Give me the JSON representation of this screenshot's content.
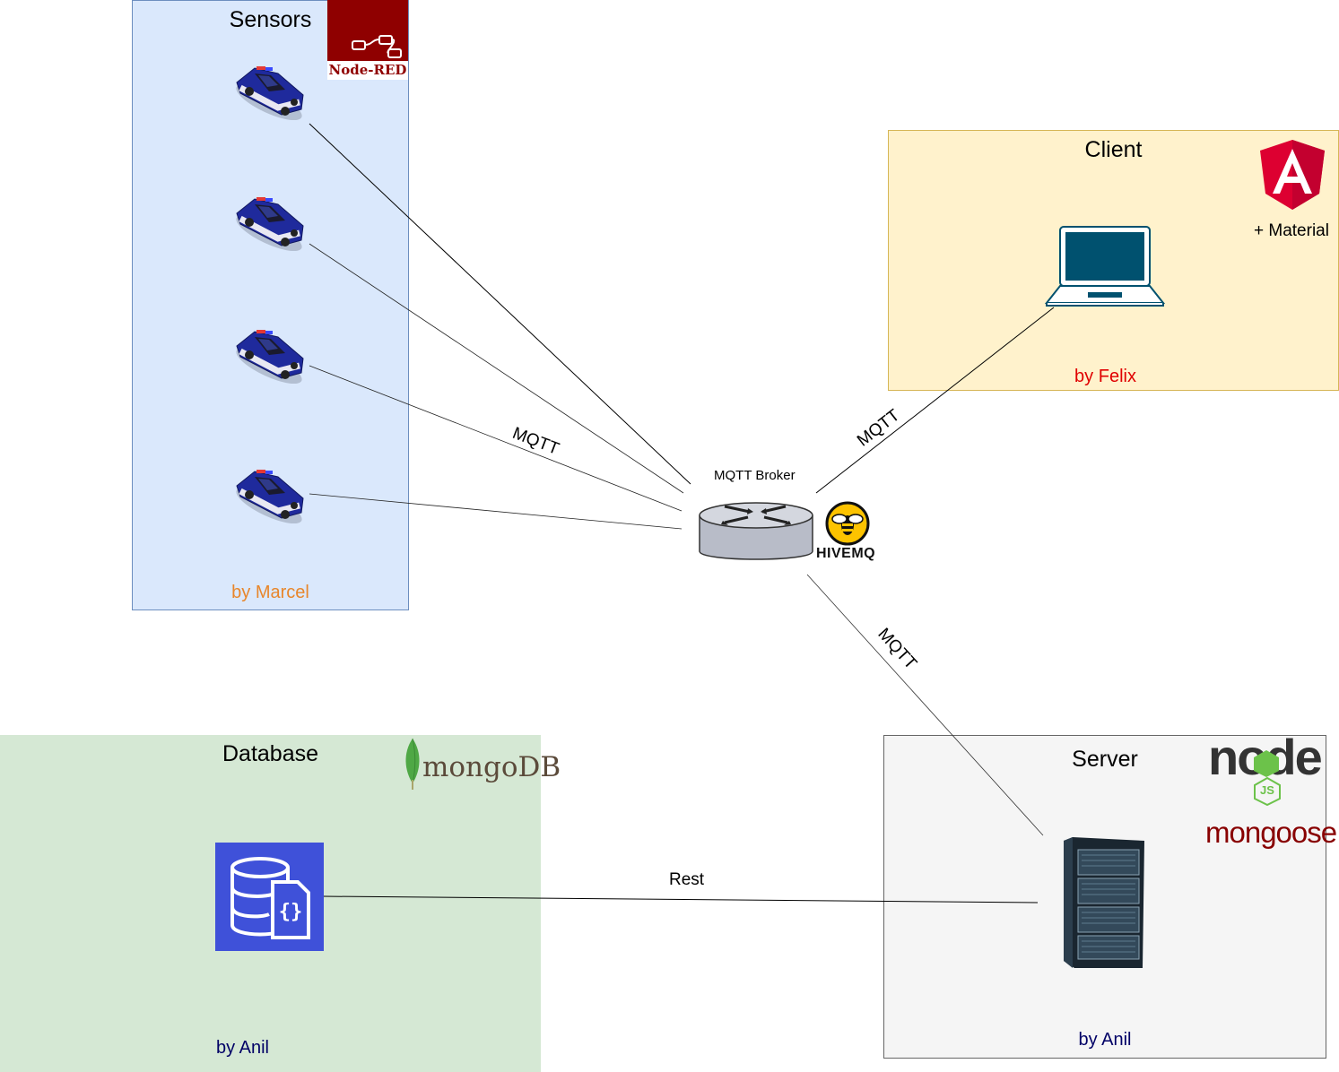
{
  "colors": {
    "sensors_fill": "#dae8fc",
    "sensors_border": "#6c8ebf",
    "client_fill": "#fff2cc",
    "client_border": "#d6b656",
    "database_fill": "#d5e8d4",
    "server_fill": "#f5f5f5",
    "server_border": "#666666",
    "author_orange": "#e8862a",
    "author_red": "#e00000",
    "author_navy": "#000066",
    "angular_red": "#dd0031",
    "nodered_red": "#8f0000",
    "mongoose_red": "#880000",
    "db_icon_blue": "#3f51d9",
    "laptop_teal": "#00516f",
    "hivemq_yellow": "#fdc300"
  },
  "zones": {
    "sensors": {
      "title": "Sensors",
      "author": "by Marcel",
      "framework_logo": "Node-RED"
    },
    "client": {
      "title": "Client",
      "author": "by Felix",
      "framework_addon": "+ Material"
    },
    "database": {
      "title": "Database",
      "author": "by Anil",
      "logo_text": "mongoDB"
    },
    "server": {
      "title": "Server",
      "author": "by Anil",
      "logo_node": "node",
      "logo_js": "JS",
      "logo_mongoose": "mongoose"
    }
  },
  "sensors": [
    {
      "name": "police-car-1",
      "icon": "police-car-icon"
    },
    {
      "name": "police-car-2",
      "icon": "police-car-icon"
    },
    {
      "name": "police-car-3",
      "icon": "police-car-icon"
    },
    {
      "name": "police-car-4",
      "icon": "police-car-icon"
    }
  ],
  "broker": {
    "label": "MQTT Broker",
    "logo": "HIVEMQ",
    "icon": "router-icon"
  },
  "connections": {
    "sensors_broker": "MQTT",
    "client_broker": "MQTT",
    "server_broker": "MQTT",
    "database_server": "Rest"
  },
  "icons": {
    "laptop": "laptop-icon",
    "server_rack": "server-rack-icon",
    "database": "database-document-icon",
    "angular": "angular-logo-icon",
    "nodered": "node-red-logo-icon",
    "hivemq": "hivemq-bee-icon",
    "mongodb": "mongodb-leaf-icon",
    "nodejs": "nodejs-logo-icon"
  }
}
